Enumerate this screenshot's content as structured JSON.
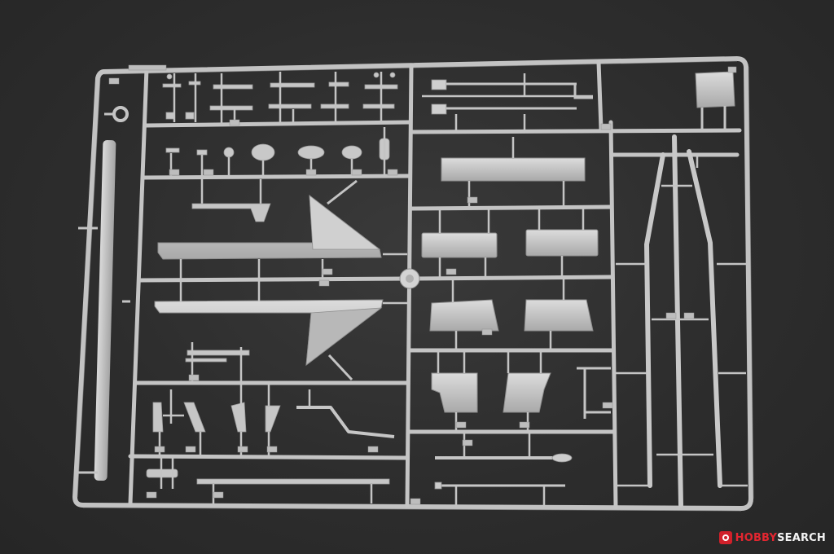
{
  "photo": {
    "subject": "plastic-model-kit-sprue",
    "background_color": "#2e2e2e",
    "plastic_color": "#c4c4c4",
    "plastic_shadow": "#8e8e8e"
  },
  "watermark": {
    "brand_prefix": "HOBBY",
    "brand_suffix": "SEARCH",
    "logo_color": "#d0202a"
  }
}
